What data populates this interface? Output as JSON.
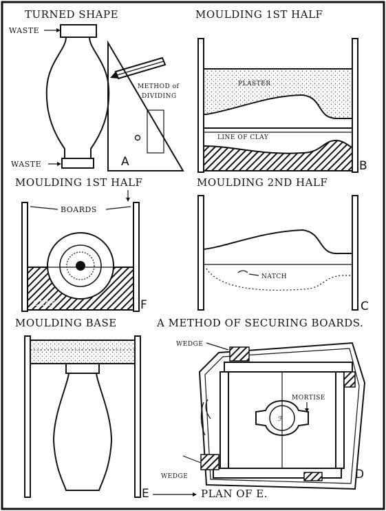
{
  "figure": {
    "panel_a": {
      "title": "TURNED SHAPE",
      "waste_top": "WASTE",
      "waste_bottom": "WASTE",
      "method_line1": "METHOD of",
      "method_line2": "DIVIDING",
      "letter": "A"
    },
    "panel_b": {
      "title": "MOULDING 1ST HALF",
      "plaster": "PLASTER",
      "line_of_clay": "LINE OF CLAY",
      "letter": "B"
    },
    "panel_f": {
      "title": "MOULDING 1ST HALF",
      "boards": "BOARDS",
      "clay": "CLAY",
      "letter": "F"
    },
    "panel_c": {
      "title": "MOULDING 2ND HALF",
      "natch": "NATCH",
      "letter": "C"
    },
    "panel_e": {
      "title": "MOULDING BASE",
      "letter": "E"
    },
    "panel_d": {
      "title": "A METHOD OF SECURING BOARDS.",
      "wedge_top": "WEDGE",
      "wedge_bottom": "WEDGE",
      "mortise": "MORTISE",
      "plan": "PLAN OF E.",
      "letter": "D"
    }
  }
}
